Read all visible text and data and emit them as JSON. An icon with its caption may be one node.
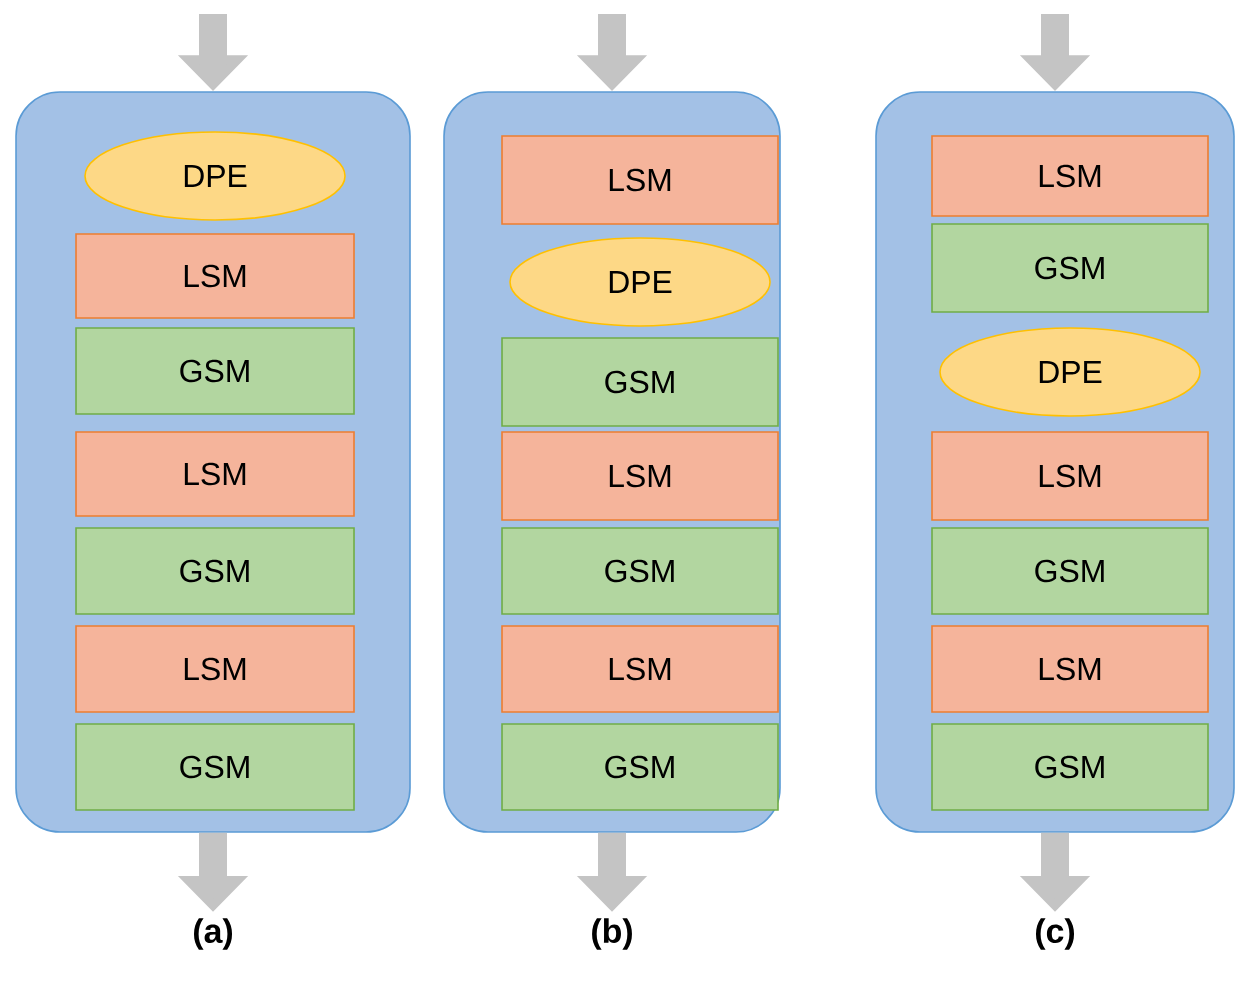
{
  "diagram": {
    "nodes": [
      {
        "text": [],
        "shape": "box",
        "beside": [
          "(a)"
        ]
      },
      {
        "text": [
          "DPE"
        ],
        "in": 0
      },
      {
        "text": [
          "LSM"
        ],
        "in": 0
      },
      {
        "text": [
          "GSM"
        ],
        "in": 0
      },
      {
        "text": [
          "LSM"
        ],
        "in": 0
      },
      {
        "text": [
          "GSM"
        ],
        "in": 0
      },
      {
        "text": [
          "LSM"
        ],
        "in": 0
      },
      {
        "text": [
          "GSM"
        ],
        "in": 0
      },
      {
        "text": [],
        "shape": "box",
        "beside": [
          "(b)"
        ]
      },
      {
        "text": [
          "LSM"
        ],
        "in": 8
      },
      {
        "text": [
          "DPE"
        ],
        "in": 8
      },
      {
        "text": [
          "GSM"
        ],
        "in": 8
      },
      {
        "text": [
          "LSM"
        ],
        "in": 8
      },
      {
        "text": [
          "GSM"
        ],
        "in": 8
      },
      {
        "text": [
          "LSM"
        ],
        "in": 8
      },
      {
        "text": [
          "GSM"
        ],
        "in": 8
      },
      {
        "text": [],
        "shape": "box",
        "beside": [
          "(c)"
        ]
      },
      {
        "text": [
          "LSM"
        ],
        "in": 16
      },
      {
        "text": [
          "GSM"
        ],
        "in": 16
      },
      {
        "text": [
          "DPE"
        ],
        "in": 16
      },
      {
        "text": [
          "LSM"
        ],
        "in": 16
      },
      {
        "text": [
          "GSM"
        ],
        "in": 16
      },
      {
        "text": [
          "LSM"
        ],
        "in": 16
      },
      {
        "text": [
          "GSM"
        ],
        "in": 16
      }
    ],
    "edges": [
      {
        "from": null,
        "to": 0,
        "arrow": "to"
      },
      {
        "from": 0,
        "to": null,
        "arrow": "to"
      },
      {
        "from": null,
        "to": 8,
        "arrow": "to"
      },
      {
        "from": 8,
        "to": null,
        "arrow": "to"
      },
      {
        "from": null,
        "to": 16,
        "arrow": "to"
      },
      {
        "from": 16,
        "to": null,
        "arrow": "to"
      }
    ]
  }
}
